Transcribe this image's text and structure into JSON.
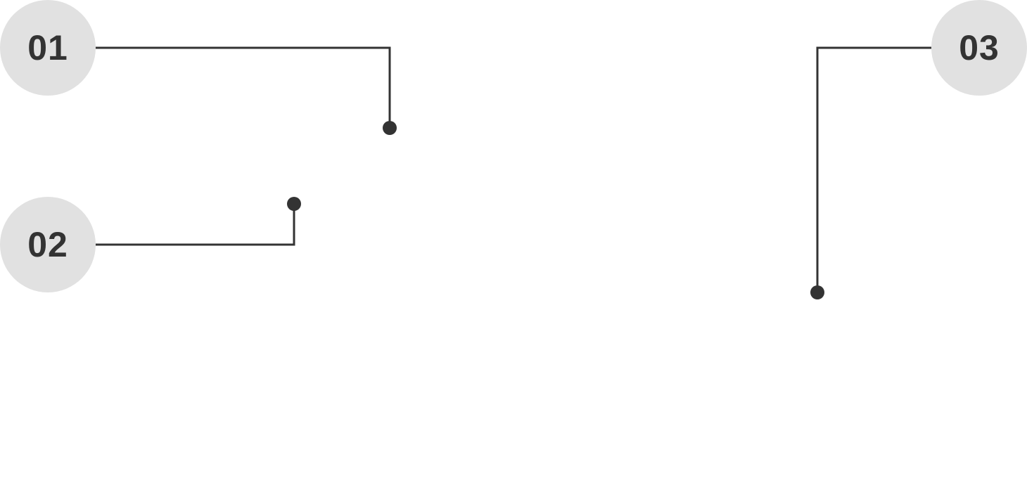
{
  "colors": {
    "marker_fill": "#e1e1e1",
    "marker_text": "#333333",
    "line": "#333333",
    "background": "#ffffff"
  },
  "callouts": [
    {
      "label": "01"
    },
    {
      "label": "02"
    },
    {
      "label": "03"
    }
  ]
}
